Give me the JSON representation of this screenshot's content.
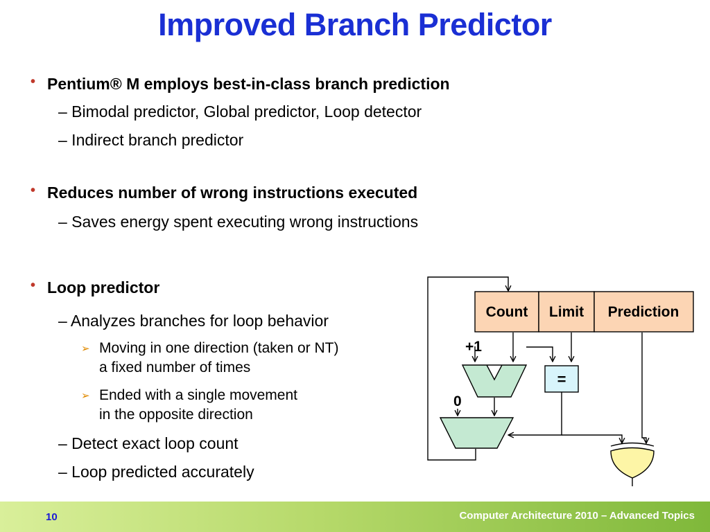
{
  "title": "Improved Branch Predictor",
  "bullets": [
    {
      "text": "Pentium® M employs best-in-class branch prediction",
      "subs": [
        "– Bimodal predictor, Global predictor, Loop detector",
        "– Indirect branch predictor"
      ]
    },
    {
      "text": "Reduces number of wrong instructions executed",
      "subs": [
        "– Saves energy spent executing wrong instructions"
      ]
    },
    {
      "text": "Loop predictor",
      "subs": [
        "– Analyzes branches for loop behavior",
        "– Detect exact loop count",
        "– Loop predicted accurately"
      ],
      "subsubs": [
        {
          "line1": "Moving in one direction (taken or NT)",
          "line2": "a fixed number of times"
        },
        {
          "line1": "Ended with a single movement",
          "line2": "in the opposite direction"
        }
      ]
    }
  ],
  "diagram": {
    "fields": [
      "Count",
      "Limit",
      "Prediction"
    ],
    "plus_one": "+1",
    "zero": "0",
    "equals": "="
  },
  "footer": {
    "page_number": "10",
    "course": "Computer Architecture  2010 – Advanced Topics"
  },
  "colors": {
    "title": "#1a2fd4",
    "register_fill": "#fcd5b4",
    "mux_fill": "#c4e9d2",
    "comparator_fill": "#d8f4fb",
    "xor_fill": "#fdf5a6"
  }
}
